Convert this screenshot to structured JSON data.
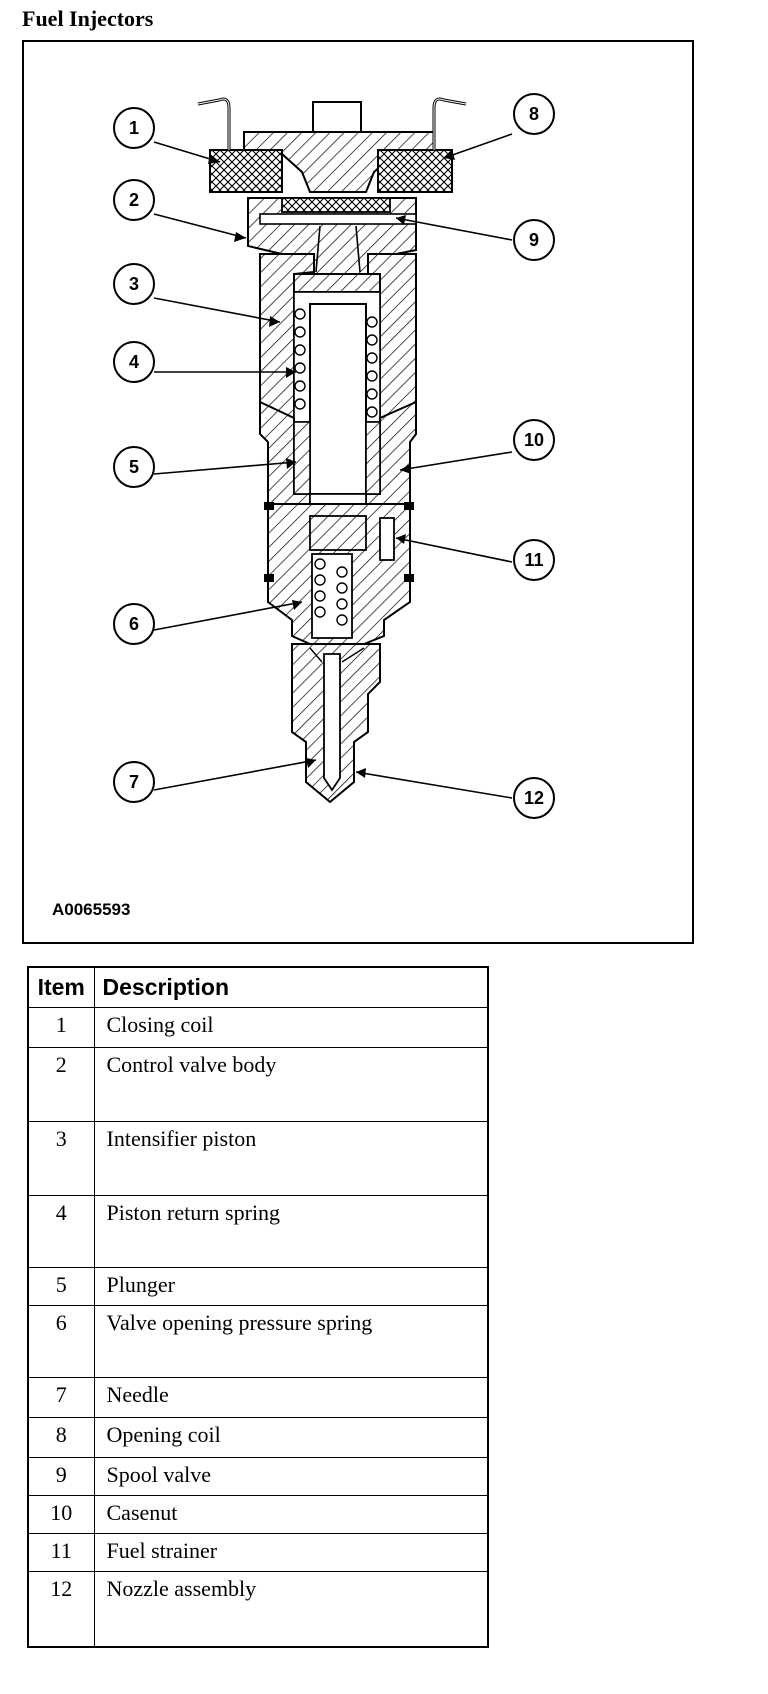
{
  "title": "Fuel Injectors",
  "figure": {
    "code": "A0065593",
    "callouts": [
      "1",
      "2",
      "3",
      "4",
      "5",
      "6",
      "7",
      "8",
      "9",
      "10",
      "11",
      "12"
    ]
  },
  "table": {
    "headers": [
      "Item",
      "Description"
    ],
    "rows": [
      {
        "item": "1",
        "description": "Closing coil"
      },
      {
        "item": "2",
        "description": "Control valve body"
      },
      {
        "item": "3",
        "description": "Intensifier piston"
      },
      {
        "item": "4",
        "description": "Piston return spring"
      },
      {
        "item": "5",
        "description": "Plunger"
      },
      {
        "item": "6",
        "description": "Valve opening pressure spring"
      },
      {
        "item": "7",
        "description": "Needle"
      },
      {
        "item": "8",
        "description": "Opening coil"
      },
      {
        "item": "9",
        "description": "Spool valve"
      },
      {
        "item": "10",
        "description": "Casenut"
      },
      {
        "item": "11",
        "description": "Fuel strainer"
      },
      {
        "item": "12",
        "description": "Nozzle assembly"
      }
    ]
  }
}
